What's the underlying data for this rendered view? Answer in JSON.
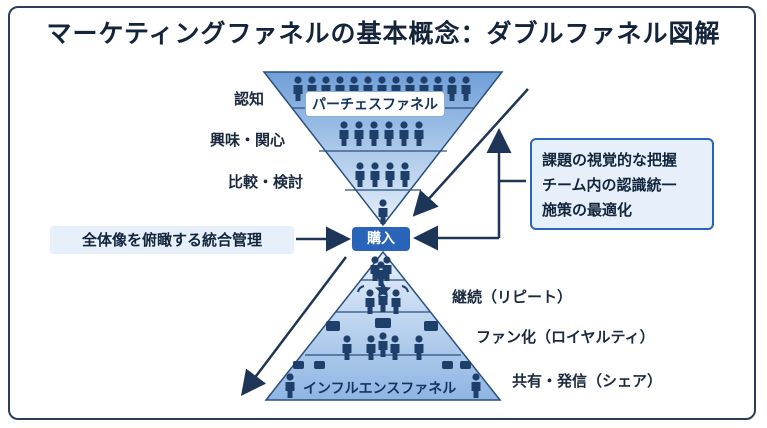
{
  "title": "マーケティングファネルの基本概念：ダブルファネル図解",
  "purchase_funnel": {
    "tag": "パーチェスファネル",
    "stages": [
      "認知",
      "興味・関心",
      "比較・検討"
    ]
  },
  "purchase_label": "購入",
  "influence_funnel": {
    "tag": "インフルエンスファネル",
    "stages": [
      "継続（リピート）",
      "ファン化（ロイヤルティ）",
      "共有・発信（シェア）"
    ]
  },
  "left_note": "全体像を俯瞰する統合管理",
  "right_note": [
    "課題の視覚的な把握",
    "チーム内の認識統一",
    "施策の最適化"
  ],
  "colors": {
    "funnel_light": "#dce9f7",
    "funnel_mid": "#a9c7ea",
    "funnel_dark": "#5b8fd0",
    "accent": "#2a64b8",
    "ink": "#1b2a3f"
  }
}
